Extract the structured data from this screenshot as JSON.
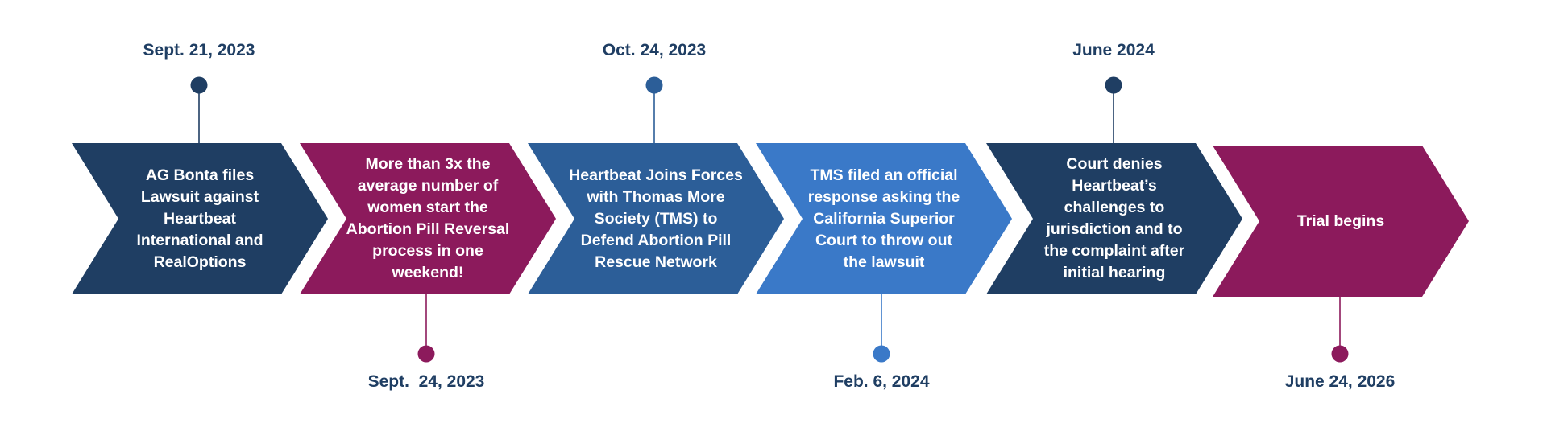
{
  "colors": {
    "navy": "#1f3e63",
    "magenta": "#8c1a5c",
    "medium_blue": "#2c5e98",
    "light_blue": "#3a79c8",
    "date_text": "#1f3e63"
  },
  "events": [
    {
      "date": "Sept. 21, 2023",
      "text": "AG Bonta files\nLawsuit against\nHeartbeat\nInternational and\nRealOptions",
      "color": "#1f3e63",
      "date_position": "top"
    },
    {
      "date": "Sept.  24, 2023",
      "text": "More than 3x the\naverage number of\nwomen start the\nAbortion Pill Reversal\nprocess in one\nweekend!",
      "color": "#8c1a5c",
      "date_position": "bottom"
    },
    {
      "date": "Oct. 24, 2023",
      "text": "Heartbeat Joins Forces\nwith Thomas More\nSociety (TMS) to\nDefend Abortion Pill\nRescue Network",
      "color": "#2c5e98",
      "date_position": "top"
    },
    {
      "date": "Feb. 6, 2024",
      "text": "TMS filed an official\nresponse asking the\nCalifornia Superior\nCourt to throw out\nthe lawsuit",
      "color": "#3a79c8",
      "date_position": "bottom"
    },
    {
      "date": "June 2024",
      "text": "Court denies\nHeartbeat’s\nchallenges to\njurisdiction and to\nthe complaint after\ninitial hearing",
      "color": "#1f3e63",
      "date_position": "top"
    },
    {
      "date": "June 24, 2026",
      "text": "Trial begins",
      "color": "#8c1a5c",
      "date_position": "bottom"
    }
  ]
}
